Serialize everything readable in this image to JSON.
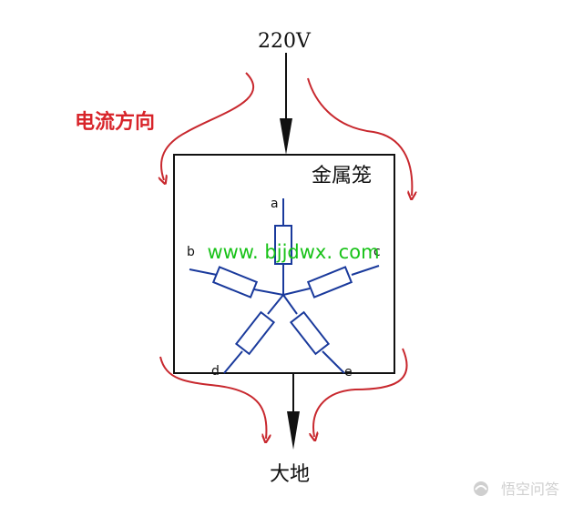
{
  "supply_label": "220V",
  "current_direction_label": "电流方向",
  "cage_label": "金属笼",
  "ground_label": "大地",
  "watermark_text": "www. bjjdwx. com",
  "footer_brand": "悟空问答",
  "nodes": {
    "a": "a",
    "b": "b",
    "c": "c",
    "d": "d",
    "e": "e"
  },
  "colors": {
    "arrow_red": "#c8282e",
    "label_red": "#d8242a",
    "wire_blue": "#1a3a9c",
    "watermark_green": "#18c218",
    "outline_black": "#111111"
  }
}
